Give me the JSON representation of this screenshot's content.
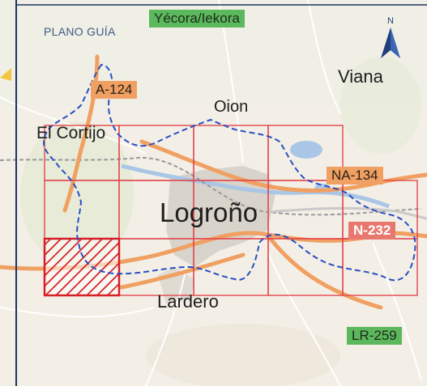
{
  "map": {
    "title": "PLANO GUÍA",
    "north_letter": "N",
    "places": {
      "yecora": "Yécora/Iekora",
      "viana": "Viana",
      "oion": "Oion",
      "el_cortijo": "El Cortijo",
      "logrono": "Logroño",
      "lardero": "Lardero"
    },
    "roads": {
      "a124": "A-124",
      "na134": "NA-134",
      "n232": "N-232",
      "lr259": "LR-259"
    },
    "colors": {
      "grid": "#e2474d",
      "route": "#2a4fc4",
      "highlight": "#d61f26",
      "road_orange": "#f0a062",
      "road_green": "#5cb85c",
      "water": "#a9c6e6",
      "frame": "#1f3561"
    }
  }
}
